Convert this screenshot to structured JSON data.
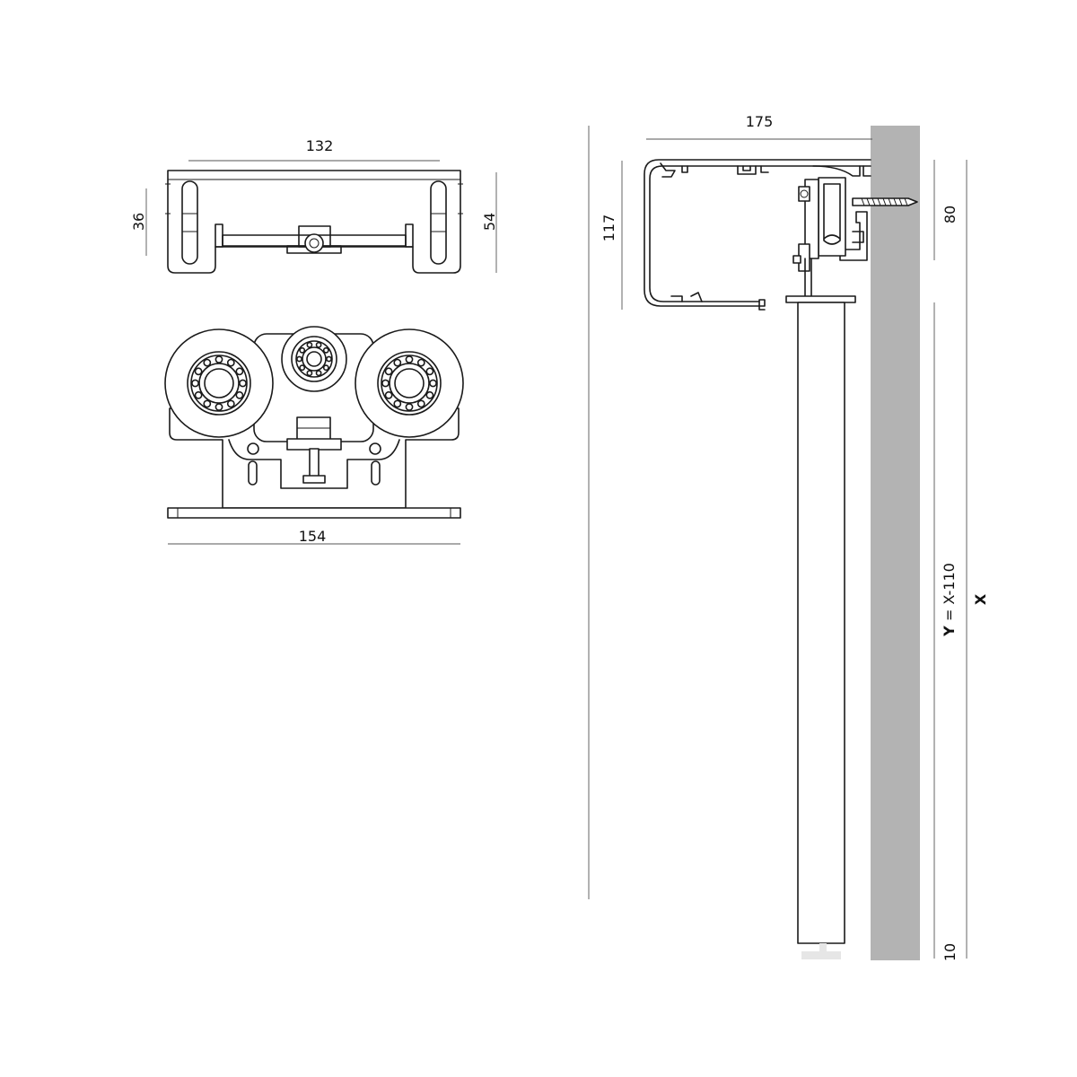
{
  "dimensions": {
    "top_view_width": "132",
    "top_view_height_inner": "36",
    "top_view_height_outer": "54",
    "front_view_width": "154",
    "section_width": "175",
    "section_height": "117",
    "mount_height": "80",
    "door_height_prefix": "Y",
    "door_height_formula": " = X-110",
    "total_height": "X",
    "floor_gap": "10"
  },
  "colors": {
    "wall": "#b3b3b3",
    "floor_guide": "#e6e6e6",
    "line": "#1a1a1a"
  }
}
